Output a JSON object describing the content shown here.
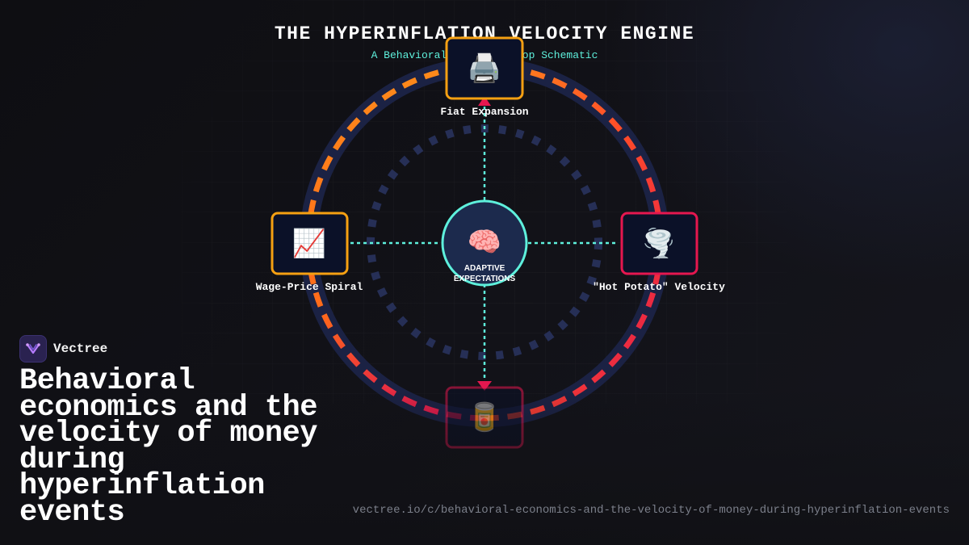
{
  "diagram": {
    "title": "THE HYPERINFLATION VELOCITY ENGINE",
    "subtitle": "A Behavioral Feedback Loop Schematic",
    "nodes": [
      {
        "id": "fiat",
        "label": "Fiat Expansion",
        "icon": "printer-icon",
        "glyph": "🖨️",
        "border_color": "#f5a012"
      },
      {
        "id": "velocity",
        "label": "\"Hot Potato\" Velocity",
        "icon": "tornado-icon",
        "glyph": "🌪️",
        "border_color": "#e5174f"
      },
      {
        "id": "hoarding",
        "label": "",
        "icon": "canned-food-icon",
        "glyph": "🥫",
        "border_color": "#e5174f"
      },
      {
        "id": "wage",
        "label": "Wage-Price Spiral",
        "icon": "chart-increasing-icon",
        "glyph": "📈",
        "border_color": "#f5a012"
      }
    ],
    "center": {
      "label_line1": "ADAPTIVE",
      "label_line2": "EXPECTATIONS",
      "icon": "brain-icon",
      "glyph": "🧠",
      "border_color": "#5ef0dc"
    },
    "colors": {
      "ring_track": "#1b2244",
      "ring_orange": "#ff7a1a",
      "ring_red": "#f0204e",
      "inner_ring": "#252d52",
      "connector": "#5ef0dc",
      "arrow": "#e5174f",
      "node_fill": "#0b1128"
    }
  },
  "brand": {
    "name": "Vectree",
    "logo_icon": "vectree-logo-icon"
  },
  "headline": "Behavioral economics and the velocity of money during hyperinflation events",
  "url": "vectree.io/c/behavioral-economics-and-the-velocity-of-money-during-hyperinflation-events"
}
